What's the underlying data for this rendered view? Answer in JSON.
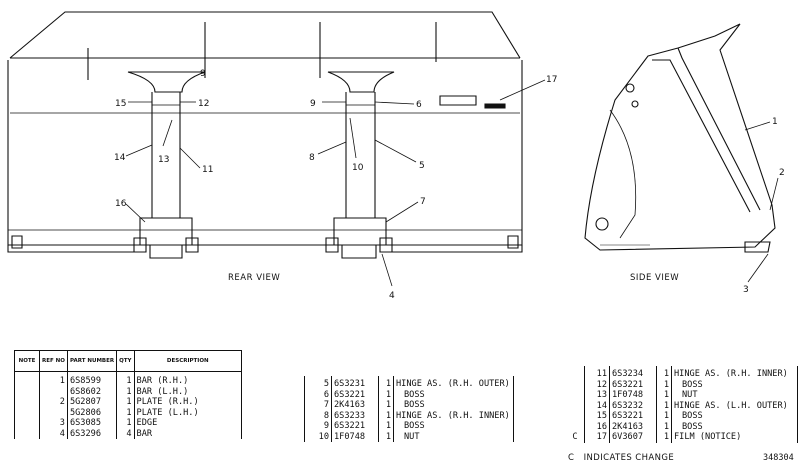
{
  "views": {
    "rear_caption": "REAR VIEW",
    "side_caption": "SIDE VIEW"
  },
  "callouts": [
    "1",
    "2",
    "3",
    "4",
    "5",
    "6",
    "7",
    "8",
    "9",
    "10",
    "11",
    "12",
    "13",
    "14",
    "15",
    "16",
    "17"
  ],
  "table1": {
    "headers": {
      "note": "NOTE",
      "ref_no": "REF NO",
      "part_number": "PART NUMBER",
      "qty": "QTY",
      "description": "DESCRIPTION"
    },
    "rows": [
      {
        "note": "",
        "ref": "1",
        "part": "6S8599",
        "qty": "1",
        "desc": "BAR (R.H.)"
      },
      {
        "note": "",
        "ref": "",
        "part": "6S8602",
        "qty": "1",
        "desc": "BAR (L.H.)"
      },
      {
        "note": "",
        "ref": "2",
        "part": "5G2807",
        "qty": "1",
        "desc": "PLATE (R.H.)"
      },
      {
        "note": "",
        "ref": "",
        "part": "5G2806",
        "qty": "1",
        "desc": "PLATE (L.H.)"
      },
      {
        "note": "",
        "ref": "3",
        "part": "6S3085",
        "qty": "1",
        "desc": "EDGE"
      },
      {
        "note": "",
        "ref": "4",
        "part": "6S3296",
        "qty": "4",
        "desc": "BAR"
      }
    ]
  },
  "table2": {
    "rows": [
      {
        "ref": "5",
        "part": "6S3231",
        "qty": "1",
        "desc": "HINGE AS. (R.H. OUTER)"
      },
      {
        "ref": "6",
        "part": "6S3221",
        "qty": "1",
        "desc": "BOSS"
      },
      {
        "ref": "7",
        "part": "2K4163",
        "qty": "1",
        "desc": "BOSS"
      },
      {
        "ref": "8",
        "part": "6S3233",
        "qty": "1",
        "desc": "HINGE AS. (R.H. INNER)"
      },
      {
        "ref": "9",
        "part": "6S3221",
        "qty": "1",
        "desc": "BOSS"
      },
      {
        "ref": "10",
        "part": "1F0748",
        "qty": "1",
        "desc": "NUT"
      }
    ]
  },
  "table3": {
    "rows": [
      {
        "note": "",
        "ref": "11",
        "part": "6S3234",
        "qty": "1",
        "desc": "HINGE AS. (R.H. INNER)"
      },
      {
        "note": "",
        "ref": "12",
        "part": "6S3221",
        "qty": "1",
        "desc": "BOSS"
      },
      {
        "note": "",
        "ref": "13",
        "part": "1F0748",
        "qty": "1",
        "desc": "NUT"
      },
      {
        "note": "",
        "ref": "14",
        "part": "6S3232",
        "qty": "1",
        "desc": "HINGE AS. (L.H. OUTER)"
      },
      {
        "note": "",
        "ref": "15",
        "part": "6S3221",
        "qty": "1",
        "desc": "BOSS"
      },
      {
        "note": "",
        "ref": "16",
        "part": "2K4163",
        "qty": "1",
        "desc": "BOSS"
      },
      {
        "note": "C",
        "ref": "17",
        "part": "6V3607",
        "qty": "1",
        "desc": "FILM (NOTICE)"
      }
    ]
  },
  "footnote": "C   INDICATES CHANGE",
  "drawing_number": "348304"
}
